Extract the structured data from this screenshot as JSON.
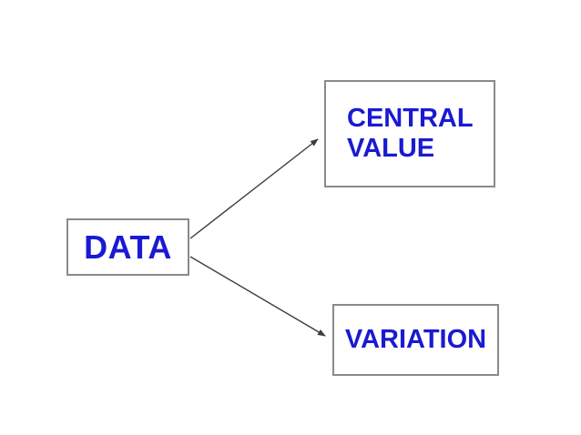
{
  "diagram": {
    "nodes": {
      "data": {
        "label": "DATA"
      },
      "central_value": {
        "label": "CENTRAL\nVALUE"
      },
      "variation": {
        "label": "VARIATION"
      }
    },
    "edges": [
      {
        "from": "DATA",
        "to": "CENTRAL VALUE"
      },
      {
        "from": "DATA",
        "to": "VARIATION"
      }
    ],
    "colors": {
      "background": "#ffffff",
      "node_fill": "#ffffff",
      "node_border": "#8a8a8a",
      "label_text": "#1a1ad2",
      "arrow": "#3d3d3d"
    }
  }
}
